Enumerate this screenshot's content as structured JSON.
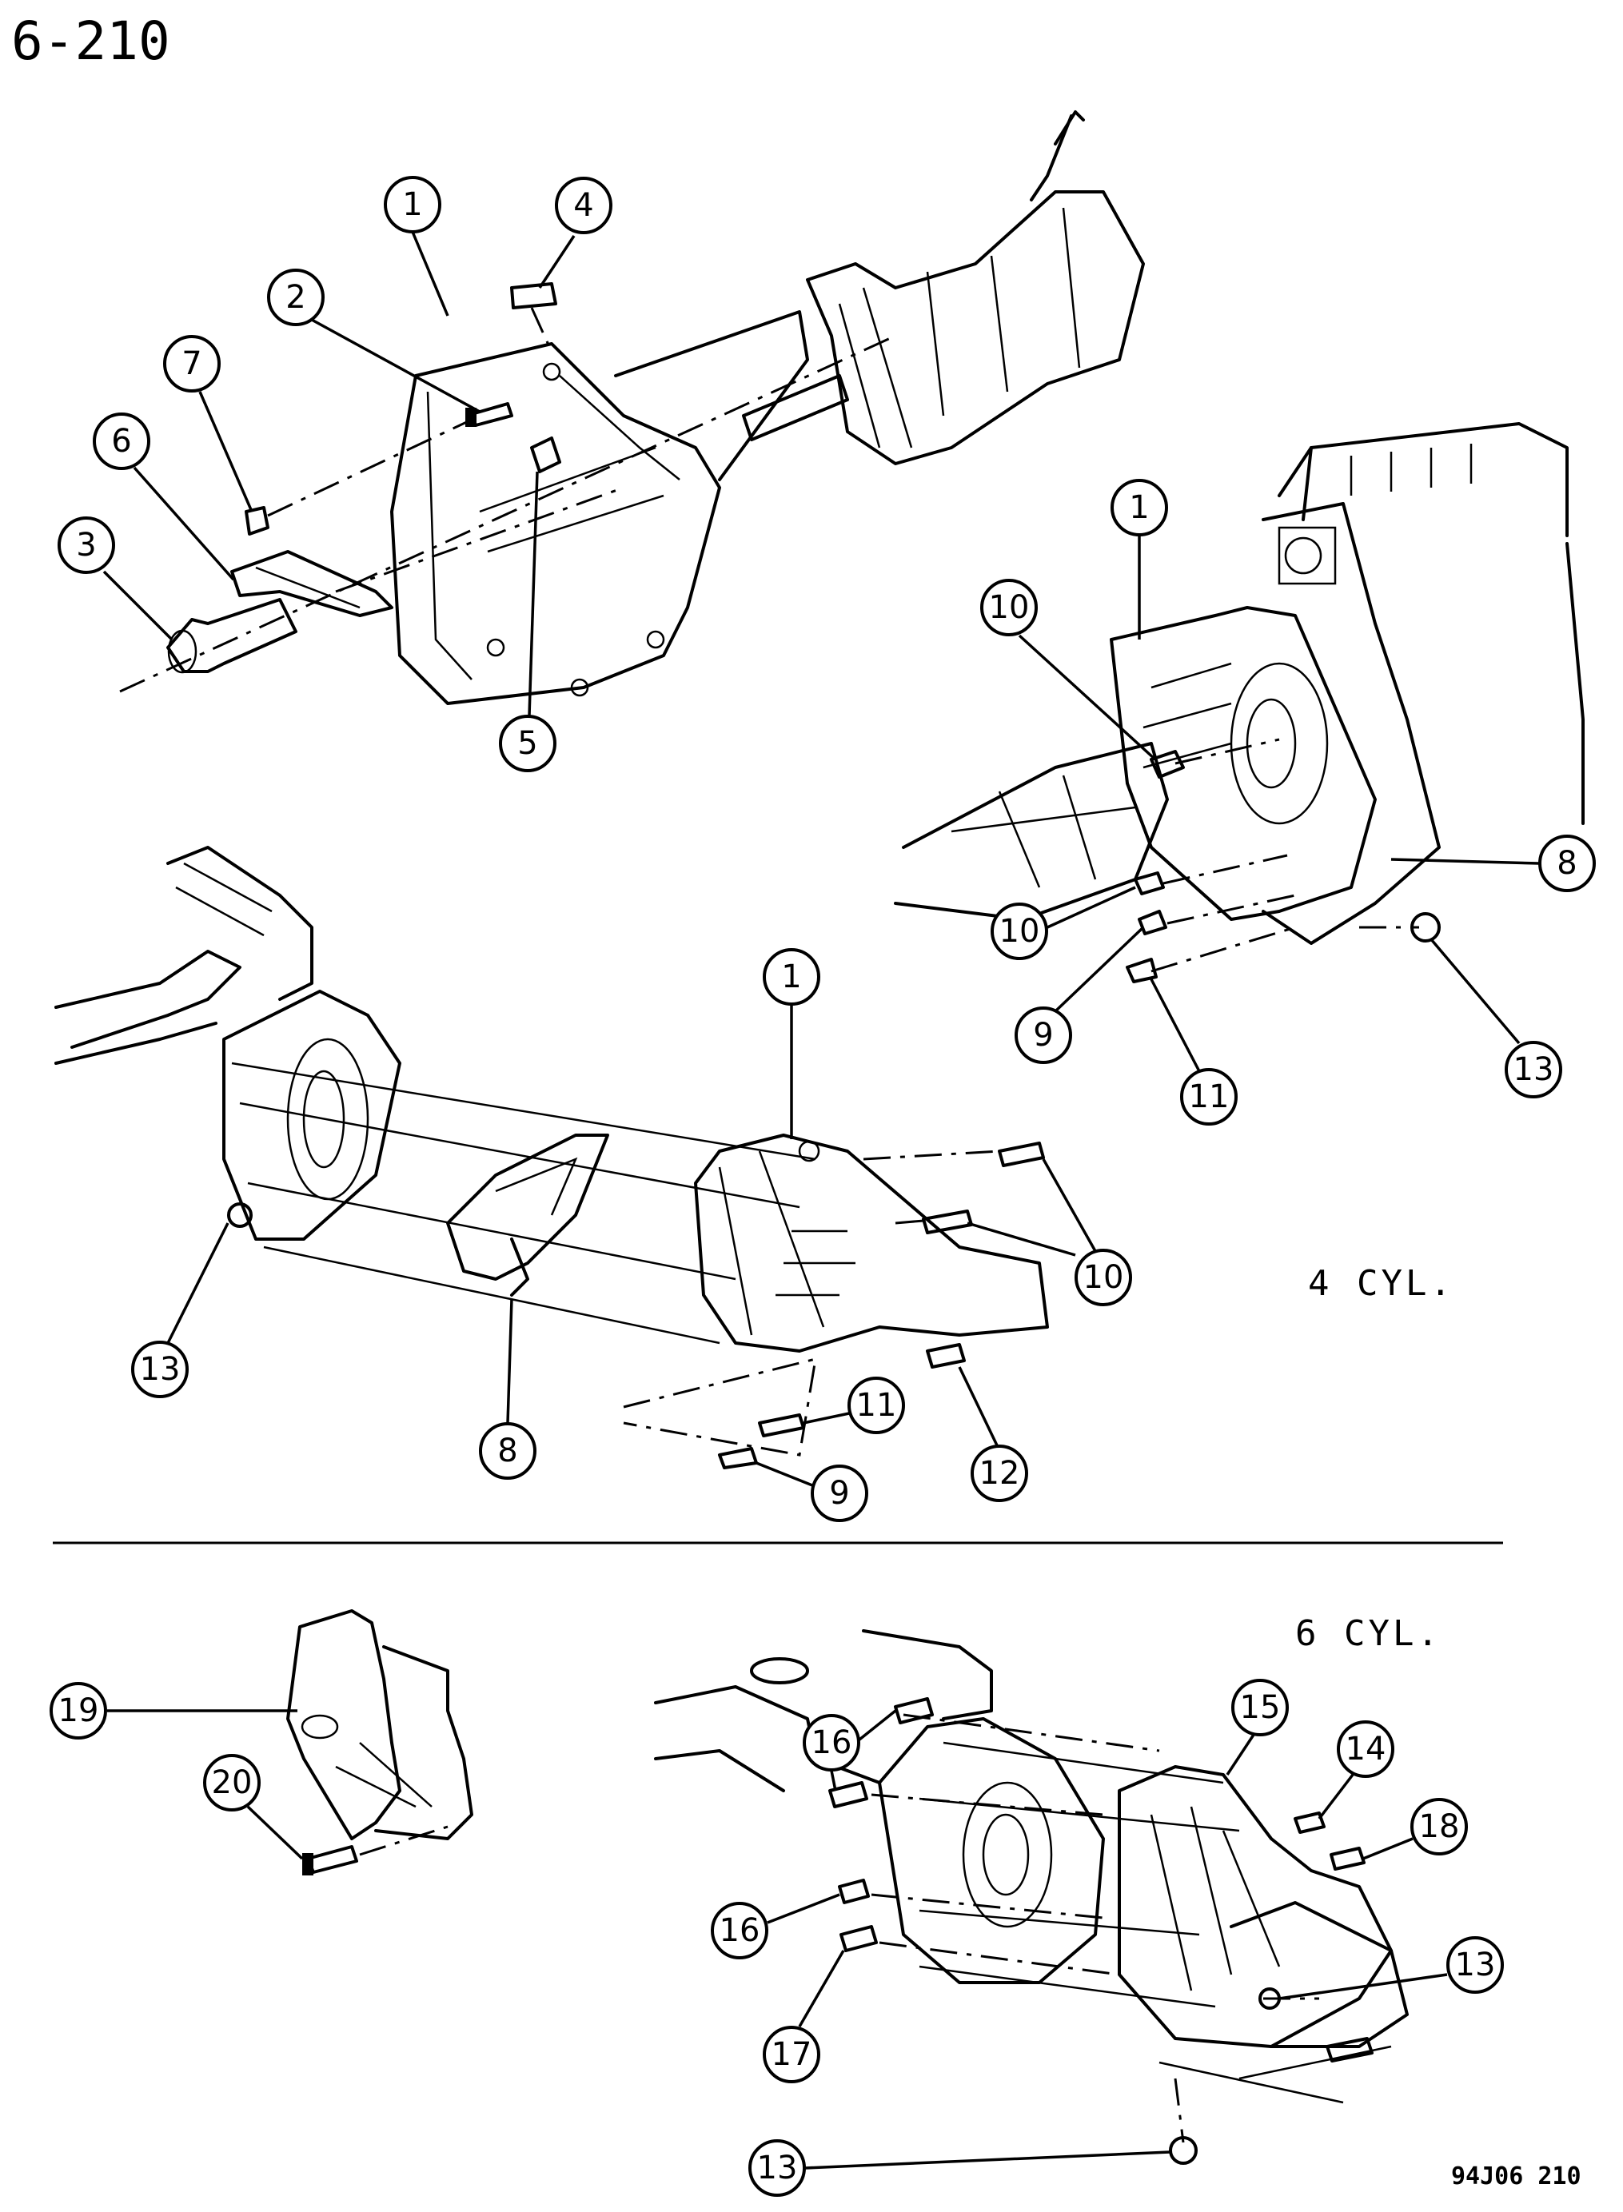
{
  "page_ref": "6-210",
  "figure_code": "94J06  210",
  "sections": {
    "four_cyl": "4  CYL.",
    "six_cyl": "6  CYL."
  },
  "callouts": [
    {
      "id": "c1-top",
      "label": "1"
    },
    {
      "id": "c2",
      "label": "2"
    },
    {
      "id": "c4",
      "label": "4"
    },
    {
      "id": "c7",
      "label": "7"
    },
    {
      "id": "c6",
      "label": "6"
    },
    {
      "id": "c3",
      "label": "3"
    },
    {
      "id": "c5",
      "label": "5"
    },
    {
      "id": "c1-right",
      "label": "1"
    },
    {
      "id": "c10-right-a",
      "label": "10"
    },
    {
      "id": "c8-right",
      "label": "8"
    },
    {
      "id": "c10-right-b",
      "label": "10"
    },
    {
      "id": "c9-right",
      "label": "9"
    },
    {
      "id": "c13-right",
      "label": "13"
    },
    {
      "id": "c11-right",
      "label": "11"
    },
    {
      "id": "c1-mid",
      "label": "1"
    },
    {
      "id": "c10-mid",
      "label": "10"
    },
    {
      "id": "c13-mid",
      "label": "13"
    },
    {
      "id": "c8-mid",
      "label": "8"
    },
    {
      "id": "c11-mid",
      "label": "11"
    },
    {
      "id": "c12-mid",
      "label": "12"
    },
    {
      "id": "c9-mid",
      "label": "9"
    },
    {
      "id": "c19",
      "label": "19"
    },
    {
      "id": "c20",
      "label": "20"
    },
    {
      "id": "c16-a",
      "label": "16"
    },
    {
      "id": "c15",
      "label": "15"
    },
    {
      "id": "c14",
      "label": "14"
    },
    {
      "id": "c18",
      "label": "18"
    },
    {
      "id": "c13-low-a",
      "label": "13"
    },
    {
      "id": "c16-b",
      "label": "16"
    },
    {
      "id": "c17",
      "label": "17"
    },
    {
      "id": "c13-low-b",
      "label": "13"
    }
  ]
}
